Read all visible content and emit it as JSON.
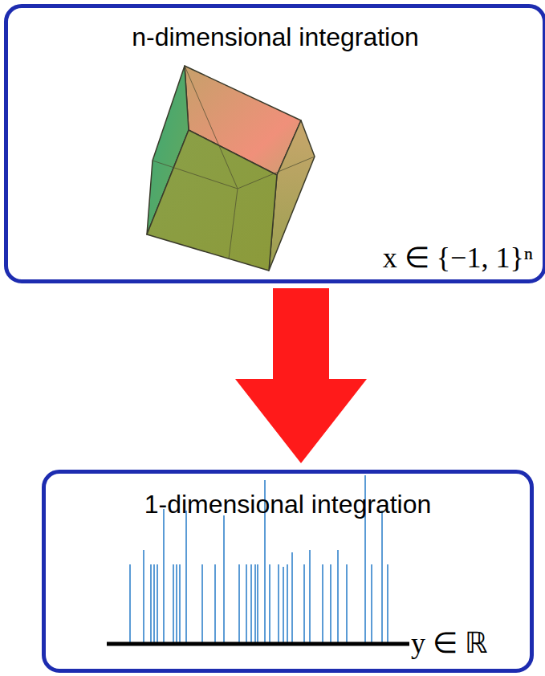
{
  "diagram": {
    "nodes": [
      {
        "text": [
          "n-dimensional integration",
          "x ∈ {−1, 1}ⁿ"
        ]
      },
      {
        "text": [
          "1-dimensional integration",
          "y ∈ ℝ"
        ]
      }
    ],
    "edges": [
      {
        "from": 0,
        "to": 1,
        "arrow": "to"
      }
    ]
  }
}
